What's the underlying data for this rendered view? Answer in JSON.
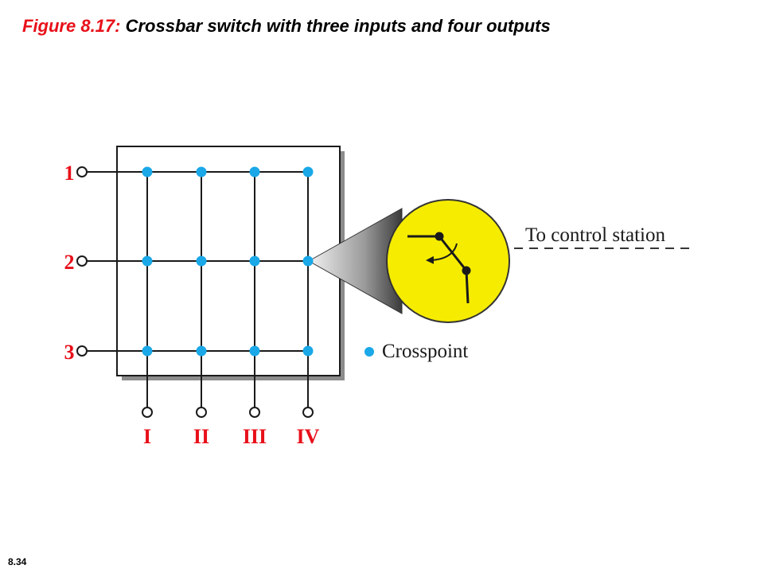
{
  "title": {
    "figure_label": "Figure 8.17:",
    "caption": "Crossbar switch with three inputs and four outputs"
  },
  "inputs": [
    "1",
    "2",
    "3"
  ],
  "outputs": [
    "I",
    "II",
    "III",
    "IV"
  ],
  "control_label": "To control station",
  "legend_label": "Crosspoint",
  "slide_number": "8.34",
  "colors": {
    "title_red": "#e8101a",
    "label_red": "#e8101a",
    "crosspoint_blue": "#1aa8e8",
    "magnifier_yellow": "#f5ec00"
  },
  "icons": {
    "terminal": "open-circle",
    "crosspoint": "filled-dot"
  }
}
